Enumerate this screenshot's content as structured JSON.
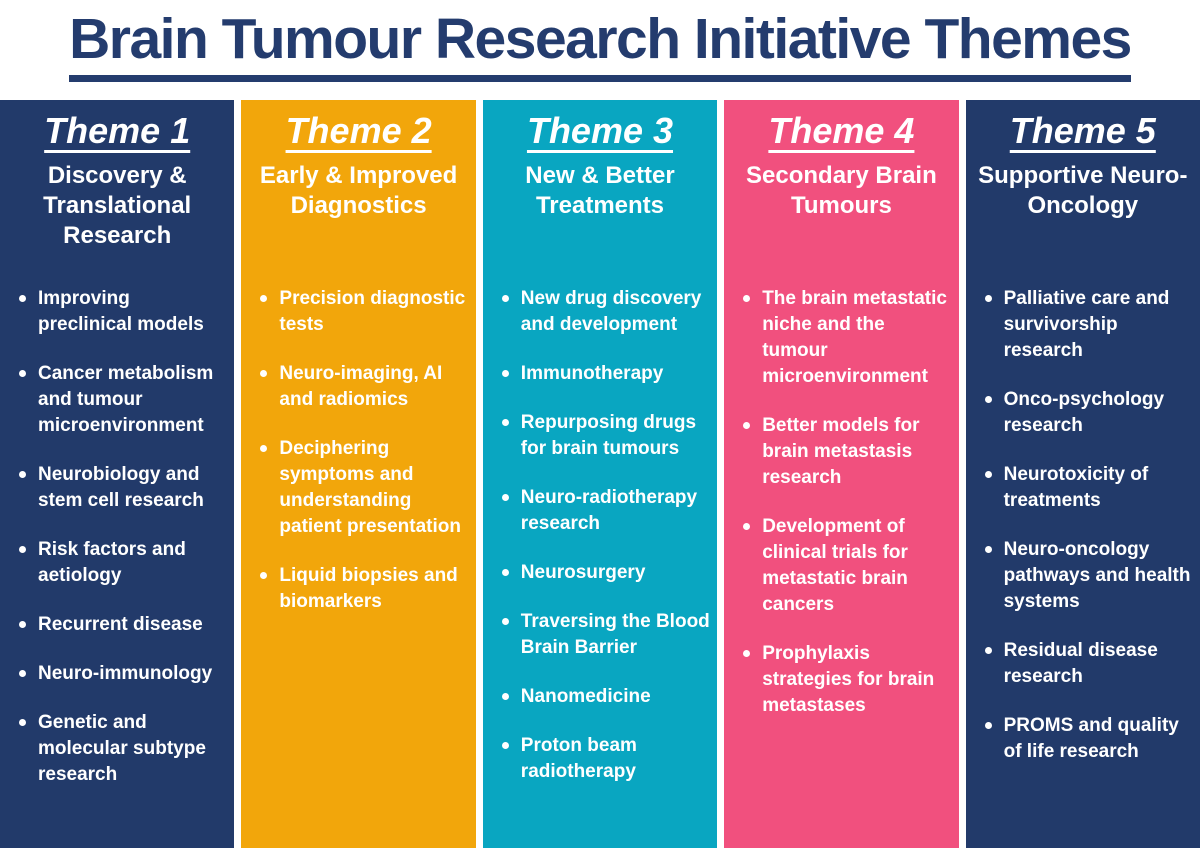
{
  "title": "Brain Tumour Research Initiative Themes",
  "colors": {
    "title_navy": "#243C6E",
    "navy": "#223A6A",
    "orange": "#F2A60B",
    "teal": "#09A6C1",
    "pink": "#F1507E",
    "text": "#FFFFFF",
    "background": "#FFFFFF"
  },
  "themes": [
    {
      "label": "Theme 1",
      "subtitle": "Discovery & Translational Research",
      "color": "#223A6A",
      "items": [
        "Improving preclinical models",
        "Cancer metabolism and tumour microenvironment",
        "Neurobiology and stem cell research",
        "Risk factors and aetiology",
        "Recurrent disease",
        "Neuro-immunology",
        "Genetic and molecular subtype research"
      ]
    },
    {
      "label": "Theme 2",
      "subtitle": "Early & Improved Diagnostics",
      "color": "#F2A60B",
      "items": [
        "Precision diagnostic tests",
        "Neuro-imaging, AI and radiomics",
        "Deciphering symptoms and understanding patient presentation",
        "Liquid biopsies and biomarkers"
      ]
    },
    {
      "label": "Theme 3",
      "subtitle": "New & Better Treatments",
      "color": "#09A6C1",
      "items": [
        "New drug discovery and development",
        "Immunotherapy",
        "Repurposing drugs for brain tumours",
        "Neuro-radiotherapy research",
        "Neurosurgery",
        "Traversing the Blood Brain Barrier",
        "Nanomedicine",
        "Proton beam radiotherapy"
      ]
    },
    {
      "label": "Theme 4",
      "subtitle": "Secondary Brain Tumours",
      "color": "#F1507E",
      "items": [
        "The brain metastatic niche and the tumour microenvironment",
        "Better models for brain metastasis research",
        "Development of clinical trials for metastatic brain cancers",
        "Prophylaxis strategies for brain metastases"
      ]
    },
    {
      "label": "Theme 5",
      "subtitle": "Supportive Neuro-Oncology",
      "color": "#223A6A",
      "items": [
        "Palliative care and survivorship research",
        "Onco-psychology research",
        "Neurotoxicity of treatments",
        "Neuro-oncology pathways and health systems",
        "Residual disease research",
        "PROMS and quality  of life research"
      ]
    }
  ]
}
